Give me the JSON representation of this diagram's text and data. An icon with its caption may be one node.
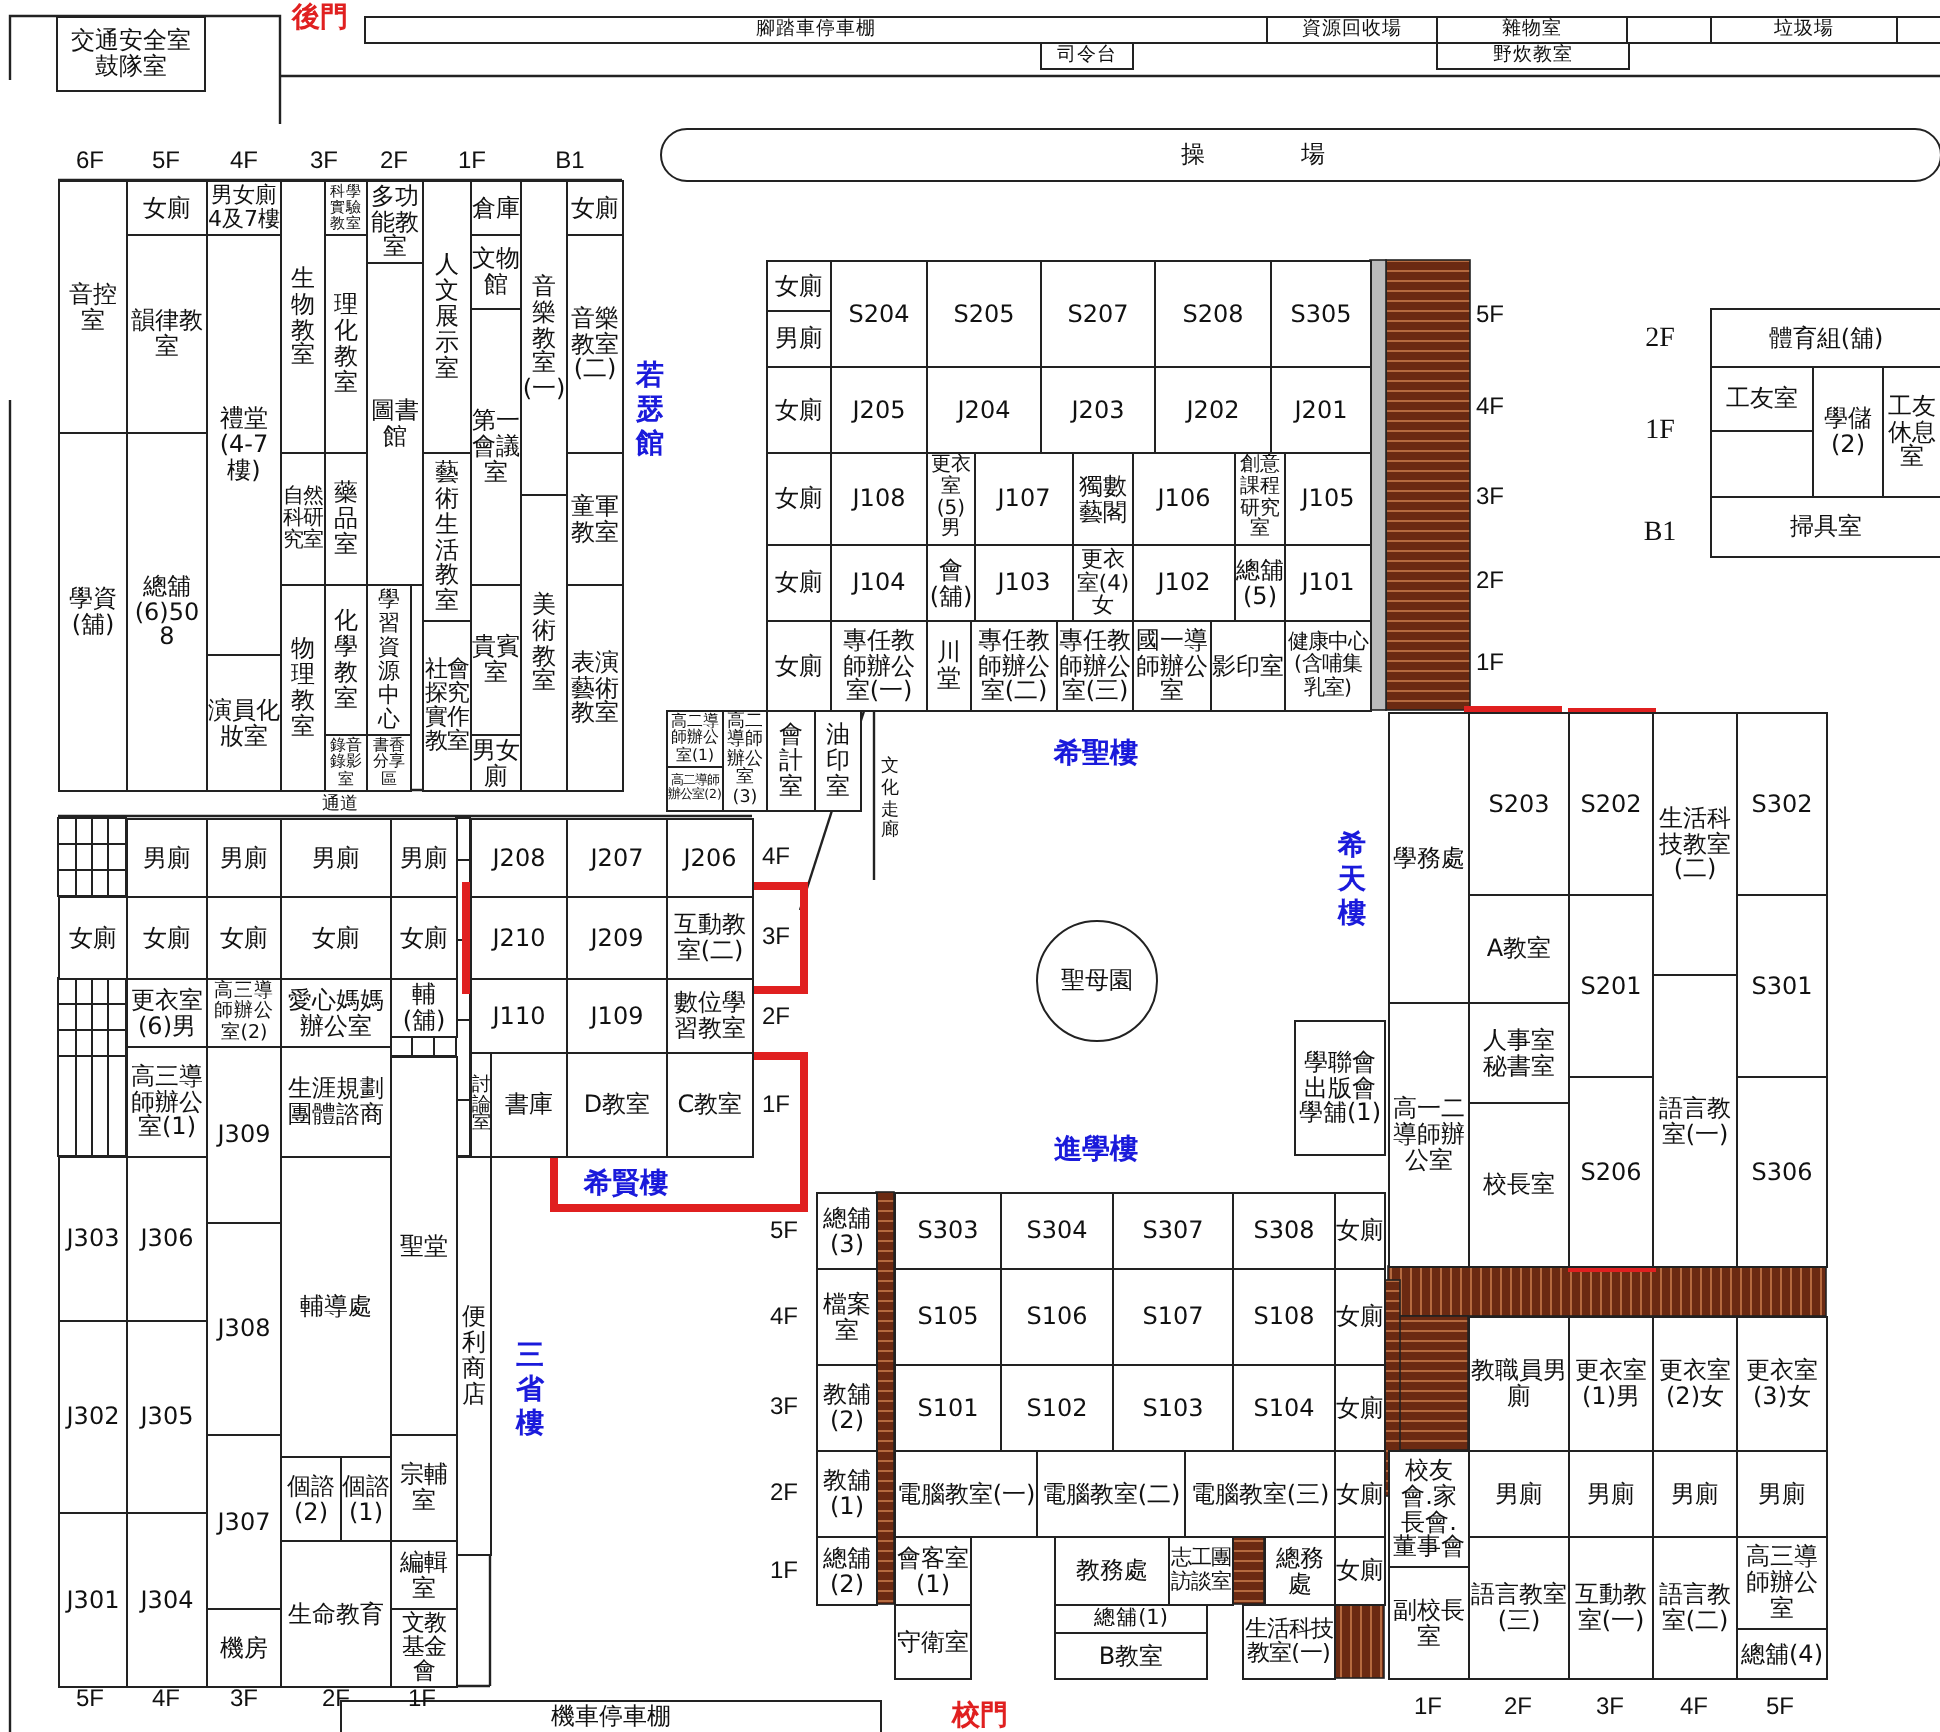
{
  "diagram": {
    "nodes": [
      {
        "text": [
          "交通安全室",
          "鼓隊室"
        ]
      },
      {
        "text": [
          "腳踏車停車棚"
        ]
      },
      {
        "text": [
          "資源回收場"
        ]
      },
      {
        "text": [
          "雜物室"
        ]
      },
      {
        "text": [],
        "shape": "box"
      },
      {
        "text": [
          "垃圾場"
        ]
      },
      {
        "text": [],
        "shape": "box"
      },
      {
        "text": [
          "司令台"
        ]
      },
      {
        "text": [
          "野炊教室"
        ]
      },
      {
        "text": [
          "操場"
        ]
      },
      {
        "text": [
          "音控室"
        ]
      },
      {
        "text": [
          "學資(舖)"
        ]
      },
      {
        "text": [
          "女廁"
        ]
      },
      {
        "text": [
          "韻律教室"
        ]
      },
      {
        "text": [
          "總舖(6)508"
        ]
      },
      {
        "text": [
          "男女廁4及7樓"
        ]
      },
      {
        "text": [
          "禮堂(4-7樓)"
        ]
      },
      {
        "text": [
          "演員化妝室"
        ]
      },
      {
        "text": [
          "生物教室"
        ]
      },
      {
        "text": [
          "自然科研究室"
        ]
      },
      {
        "text": [
          "物理教室"
        ]
      },
      {
        "text": [
          "科學實驗教室"
        ]
      },
      {
        "text": [
          "理化教室"
        ]
      },
      {
        "text": [
          "藥品室"
        ]
      },
      {
        "text": [
          "化學教室"
        ]
      },
      {
        "text": [
          "錄音錄影室"
        ]
      },
      {
        "text": [
          "多功能教室"
        ]
      },
      {
        "text": [
          "圖書館"
        ]
      },
      {
        "text": [
          "學習資源中心"
        ]
      },
      {
        "text": [
          "書香分享區"
        ]
      },
      {
        "text": [
          "人文展示室"
        ]
      },
      {
        "text": [
          "藝術生活教室"
        ]
      },
      {
        "text": [
          "社會探究實作教室"
        ]
      },
      {
        "text": [
          "倉庫"
        ]
      },
      {
        "text": [
          "文物館"
        ]
      },
      {
        "text": [
          "第一會議室"
        ]
      },
      {
        "text": [
          "貴賓室"
        ]
      },
      {
        "text": [
          "男女廁"
        ]
      },
      {
        "text": [
          "音樂教室(一)"
        ]
      },
      {
        "text": [
          "美術教室"
        ]
      },
      {
        "text": [
          "女廁"
        ]
      },
      {
        "text": [
          "音樂教室(二)"
        ]
      },
      {
        "text": [
          "童軍教室"
        ]
      },
      {
        "text": [
          "表演藝術教室"
        ]
      },
      {
        "text": [
          "女廁"
        ]
      },
      {
        "text": [
          "男廁"
        ]
      },
      {
        "text": [
          "S204"
        ]
      },
      {
        "text": [
          "S205"
        ]
      },
      {
        "text": [
          "S207"
        ]
      },
      {
        "text": [
          "S208"
        ]
      },
      {
        "text": [
          "S305"
        ]
      },
      {
        "text": [
          "女廁"
        ]
      },
      {
        "text": [
          "J205"
        ]
      },
      {
        "text": [
          "J204"
        ]
      },
      {
        "text": [
          "J203"
        ]
      },
      {
        "text": [
          "J202"
        ]
      },
      {
        "text": [
          "J201"
        ]
      },
      {
        "text": [
          "女廁"
        ]
      },
      {
        "text": [
          "J108"
        ]
      },
      {
        "text": [
          "更衣室(5)男"
        ]
      },
      {
        "text": [
          "J107"
        ]
      },
      {
        "text": [
          "獨數藝閣"
        ]
      },
      {
        "text": [
          "J106"
        ]
      },
      {
        "text": [
          "創意課程研究室"
        ]
      },
      {
        "text": [
          "J105"
        ]
      },
      {
        "text": [
          "女廁"
        ]
      },
      {
        "text": [
          "J104"
        ]
      },
      {
        "text": [
          "會(舖)"
        ]
      },
      {
        "text": [
          "J103"
        ]
      },
      {
        "text": [
          "更衣室(4)女"
        ]
      },
      {
        "text": [
          "J102"
        ]
      },
      {
        "text": [
          "總舖(5)"
        ]
      },
      {
        "text": [
          "J101"
        ]
      },
      {
        "text": [
          "女廁"
        ]
      },
      {
        "text": [
          "專任教師辦公室(一)"
        ]
      },
      {
        "text": [
          "川堂"
        ]
      },
      {
        "text": [
          "專任教師辦公室(二)"
        ]
      },
      {
        "text": [
          "專任教師辦公室(三)"
        ]
      },
      {
        "text": [
          "國一導師辦公室"
        ]
      },
      {
        "text": [
          "影印室"
        ]
      },
      {
        "text": [
          "健康中心",
          "(含哺集乳室)"
        ]
      },
      {
        "text": [
          "體育組(舖)"
        ]
      },
      {
        "text": [
          "工友室"
        ]
      },
      {
        "text": [],
        "shape": "box"
      },
      {
        "text": [
          "學儲(2)"
        ]
      },
      {
        "text": [
          "工友休息室"
        ]
      },
      {
        "text": [
          "掃具室"
        ]
      },
      {
        "text": [
          "高二導師辦公室(1)"
        ]
      },
      {
        "text": [
          "高二導師辦公室(2)"
        ]
      },
      {
        "text": [
          "高二導師辦公室(3)"
        ]
      },
      {
        "text": [
          "會計室"
        ]
      },
      {
        "text": [
          "油印室"
        ]
      },
      {
        "text": [
          "J208"
        ]
      },
      {
        "text": [
          "J207"
        ]
      },
      {
        "text": [
          "J206"
        ]
      },
      {
        "text": [
          "J210"
        ]
      },
      {
        "text": [
          "J209"
        ]
      },
      {
        "text": [
          "互動教室(二)"
        ]
      },
      {
        "text": [
          "J110"
        ]
      },
      {
        "text": [
          "J109"
        ]
      },
      {
        "text": [
          "數位學習教室"
        ]
      },
      {
        "text": [
          "討論室"
        ]
      },
      {
        "text": [
          "書庫"
        ]
      },
      {
        "text": [
          "D教室"
        ]
      },
      {
        "text": [
          "C教室"
        ]
      },
      {
        "text": [
          "男廁"
        ]
      },
      {
        "text": [
          "男廁"
        ]
      },
      {
        "text": [
          "男廁"
        ]
      },
      {
        "text": [
          "男廁"
        ]
      },
      {
        "text": [
          "女廁"
        ]
      },
      {
        "text": [
          "女廁"
        ]
      },
      {
        "text": [
          "女廁"
        ]
      },
      {
        "text": [
          "女廁"
        ]
      },
      {
        "text": [
          "女廁"
        ]
      },
      {
        "text": [
          "更衣室(6)男"
        ]
      },
      {
        "text": [
          "高三導師辦公室(2)"
        ]
      },
      {
        "text": [
          "愛心媽媽辦公室"
        ]
      },
      {
        "text": [
          "輔(舖)"
        ]
      },
      {
        "text": [
          "高三導師辦公室(1)"
        ]
      },
      {
        "text": [
          "J309"
        ]
      },
      {
        "text": [
          "生涯規劃",
          "團體諮商"
        ]
      },
      {
        "text": [
          "聖堂"
        ]
      },
      {
        "text": [
          "J303"
        ]
      },
      {
        "text": [
          "J306"
        ]
      },
      {
        "text": [
          "J302"
        ]
      },
      {
        "text": [
          "J305"
        ]
      },
      {
        "text": [
          "J301"
        ]
      },
      {
        "text": [
          "J304"
        ]
      },
      {
        "text": [
          "J308"
        ]
      },
      {
        "text": [
          "J307"
        ]
      },
      {
        "text": [
          "機房"
        ]
      },
      {
        "text": [
          "輔導處"
        ]
      },
      {
        "text": [
          "個諮(2)"
        ]
      },
      {
        "text": [
          "個諮(1)"
        ]
      },
      {
        "text": [
          "生命教育"
        ]
      },
      {
        "text": [
          "宗輔室"
        ]
      },
      {
        "text": [
          "編輯室"
        ]
      },
      {
        "text": [
          "文教基金會"
        ]
      },
      {
        "text": [
          "便利商店"
        ]
      },
      {
        "text": [
          "機車停車棚"
        ]
      },
      {
        "text": [
          "總舖(3)"
        ]
      },
      {
        "text": [
          "S303"
        ]
      },
      {
        "text": [
          "S304"
        ]
      },
      {
        "text": [
          "S307"
        ]
      },
      {
        "text": [
          "S308"
        ]
      },
      {
        "text": [
          "女廁"
        ]
      },
      {
        "text": [
          "檔案室"
        ]
      },
      {
        "text": [
          "S105"
        ]
      },
      {
        "text": [
          "S106"
        ]
      },
      {
        "text": [
          "S107"
        ]
      },
      {
        "text": [
          "S108"
        ]
      },
      {
        "text": [
          "女廁"
        ]
      },
      {
        "text": [
          "教舖(2)"
        ]
      },
      {
        "text": [
          "S101"
        ]
      },
      {
        "text": [
          "S102"
        ]
      },
      {
        "text": [
          "S103"
        ]
      },
      {
        "text": [
          "S104"
        ]
      },
      {
        "text": [
          "女廁"
        ]
      },
      {
        "text": [
          "教舖(1)"
        ]
      },
      {
        "text": [
          "電腦教室(一)"
        ]
      },
      {
        "text": [
          "電腦教室(二)"
        ]
      },
      {
        "text": [
          "電腦教室(三)"
        ]
      },
      {
        "text": [
          "女廁"
        ]
      },
      {
        "text": [
          "總舖(2)"
        ]
      },
      {
        "text": [
          "會客室(1)"
        ]
      },
      {
        "text": [
          "守衛室"
        ]
      },
      {
        "text": [
          "教務處"
        ]
      },
      {
        "text": [
          "志工團訪談室"
        ]
      },
      {
        "text": [
          "總務處"
        ]
      },
      {
        "text": [
          "女廁"
        ]
      },
      {
        "text": [
          "總舖(1)"
        ]
      },
      {
        "text": [
          "B教室"
        ]
      },
      {
        "text": [
          "生活科技教室(一)"
        ]
      },
      {
        "text": [
          "聖母園"
        ]
      },
      {
        "text": [
          "學聯會",
          "出版會",
          "學舖(1)"
        ]
      },
      {
        "text": [
          "學務處"
        ]
      },
      {
        "text": [
          "高一二導師辦公室"
        ]
      },
      {
        "text": [
          "S203"
        ]
      },
      {
        "text": [
          "A教室"
        ]
      },
      {
        "text": [
          "人事室",
          "秘書室"
        ]
      },
      {
        "text": [
          "校長室"
        ]
      },
      {
        "text": [
          "S202"
        ]
      },
      {
        "text": [
          "S201"
        ]
      },
      {
        "text": [
          "S206"
        ]
      },
      {
        "text": [
          "生活科技教室(二)"
        ]
      },
      {
        "text": [
          "語言教室(一)"
        ]
      },
      {
        "text": [
          "S302"
        ]
      },
      {
        "text": [
          "S301"
        ]
      },
      {
        "text": [
          "S306"
        ]
      },
      {
        "text": [
          "教職員男廁"
        ]
      },
      {
        "text": [
          "更衣室(1)男"
        ]
      },
      {
        "text": [
          "更衣室(2)女"
        ]
      },
      {
        "text": [
          "更衣室(3)女"
        ]
      },
      {
        "text": [
          "校友會.家長會.董事會"
        ]
      },
      {
        "text": [
          "副校長室"
        ]
      },
      {
        "text": [
          "男廁"
        ]
      },
      {
        "text": [
          "男廁"
        ]
      },
      {
        "text": [
          "男廁"
        ]
      },
      {
        "text": [
          "男廁"
        ]
      },
      {
        "text": [
          "語言教室(三)"
        ]
      },
      {
        "text": [
          "互動教室(一)"
        ]
      },
      {
        "text": [
          "語言教室(二)"
        ]
      },
      {
        "text": [
          "高三導師辦公室"
        ]
      },
      {
        "text": [
          "總舖(4)"
        ]
      }
    ],
    "labels": [
      "後門",
      "6F",
      "5F",
      "4F",
      "3F",
      "2F",
      "1F",
      "B1",
      "若瑟館",
      "5F",
      "4F",
      "3F",
      "2F",
      "1F",
      "2F",
      "1F",
      "B1",
      "通道",
      "希聖樓",
      "文化走廊",
      "4F",
      "3F",
      "2F",
      "1F",
      "希天樓",
      "希賢樓",
      "進學樓",
      "5F",
      "4F",
      "3F",
      "2F",
      "1F",
      "三省樓",
      "5F",
      "4F",
      "3F",
      "2F",
      "1F",
      "1F",
      "2F",
      "3F",
      "4F",
      "5F",
      "校門"
    ]
  }
}
